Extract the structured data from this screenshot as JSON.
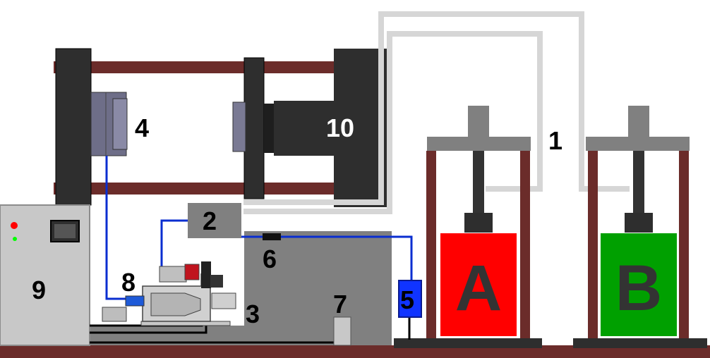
{
  "labels": {
    "hoses": "1",
    "mixing_head": "2",
    "robot_unit": "3",
    "mold": "4",
    "pump_unit": "5",
    "sensor": "6",
    "sensor_box": "7",
    "dosing_unit": "8",
    "control_cabinet": "9",
    "clamping_unit": "10"
  },
  "tanks": {
    "a": {
      "letter": "A",
      "color": "#ff0000"
    },
    "b": {
      "letter": "B",
      "color": "#00a000"
    }
  },
  "colors": {
    "frame_brown": "#6b2c2a",
    "machine_dark": "#2e2e2e",
    "cabinet_gray": "#c8c8c8",
    "floor_gray": "#808080",
    "hose_light": "#d6d6d6",
    "signal_blue": "#0a2ed0",
    "indicator_red": "#ff0000",
    "indicator_green": "#00ff00"
  }
}
